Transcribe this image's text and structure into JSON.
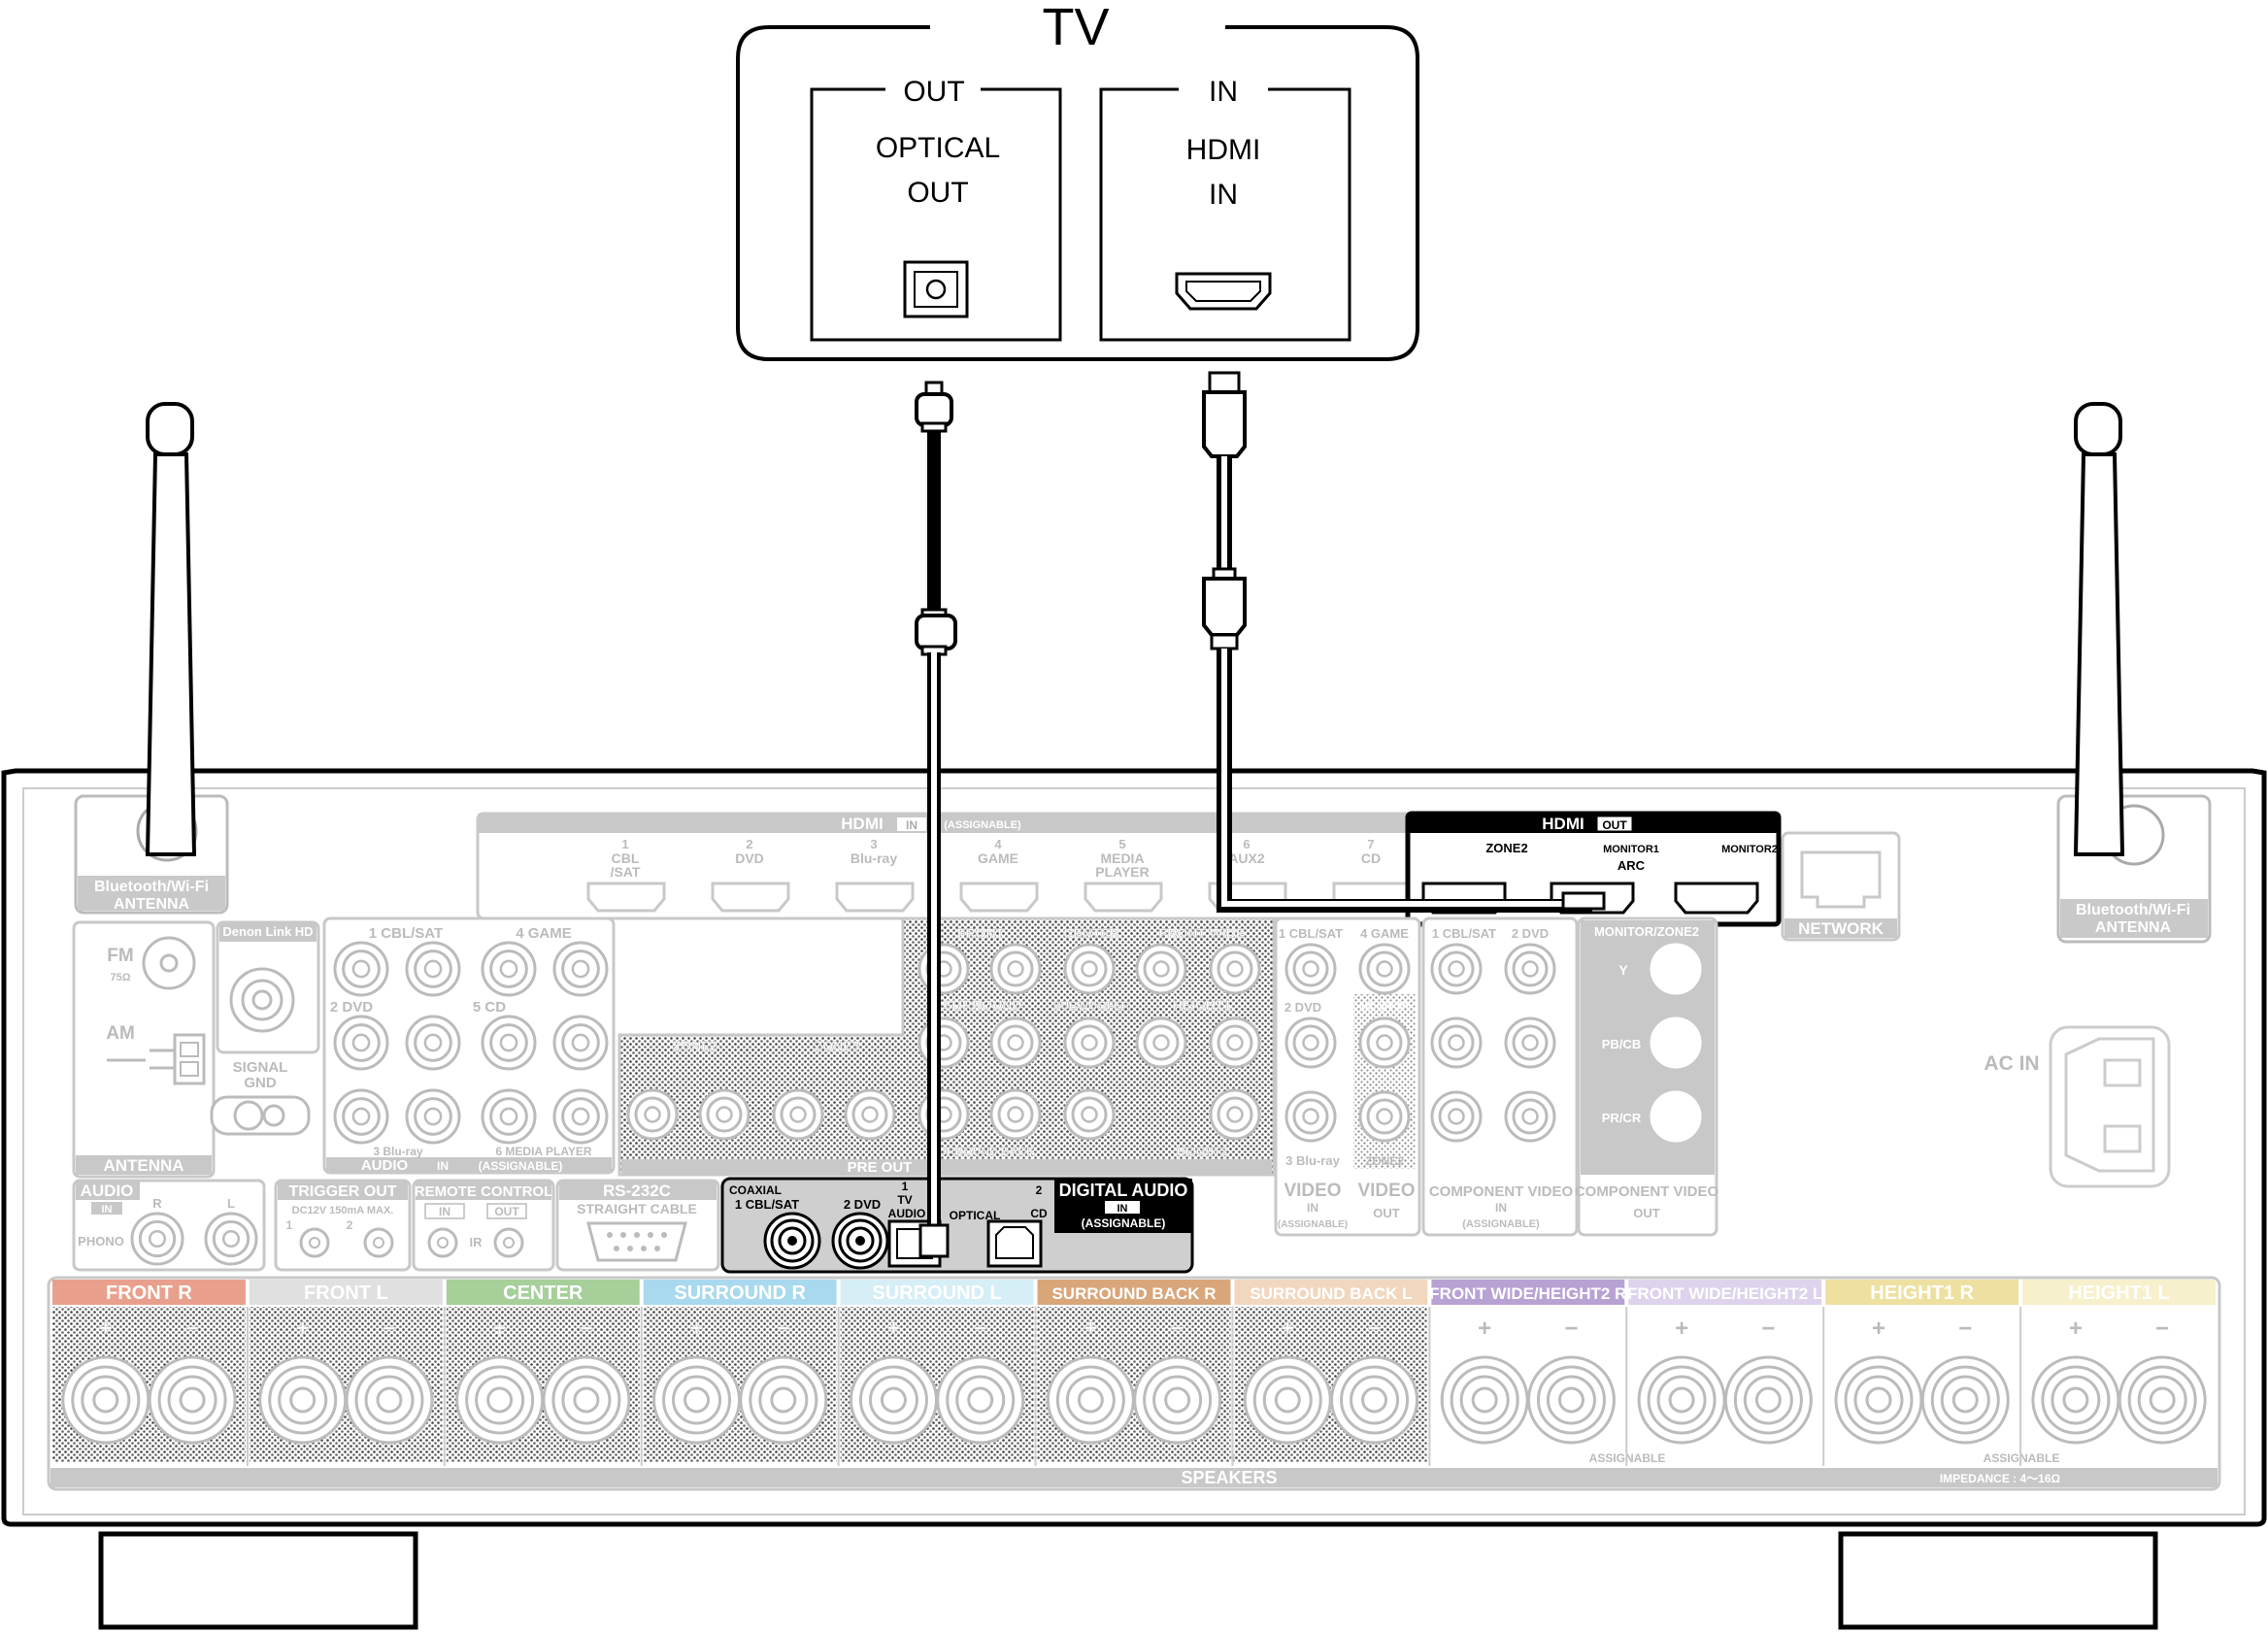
{
  "tv": {
    "title": "TV",
    "out_heading": "OUT",
    "optical_line1": "OPTICAL",
    "optical_line2": "OUT",
    "in_heading": "IN",
    "hdmi_line1": "HDMI",
    "hdmi_line2": "IN"
  },
  "antenna_left": {
    "line1": "Bluetooth/Wi-Fi",
    "line2": "ANTENNA"
  },
  "antenna_right": {
    "line1": "Bluetooth/Wi-Fi",
    "line2": "ANTENNA"
  },
  "hdmi_in": {
    "label": "HDMI",
    "badge": "IN",
    "assignable": "(ASSIGNABLE)",
    "ports": [
      {
        "num": "1",
        "name": "CBL",
        "name2": "/SAT"
      },
      {
        "num": "2",
        "name": "DVD",
        "name2": ""
      },
      {
        "num": "3",
        "name": "Blu-ray",
        "name2": ""
      },
      {
        "num": "4",
        "name": "GAME",
        "name2": ""
      },
      {
        "num": "5",
        "name": "MEDIA",
        "name2": "PLAYER"
      },
      {
        "num": "6",
        "name": "AUX2",
        "name2": ""
      },
      {
        "num": "7",
        "name": "CD",
        "name2": ""
      }
    ]
  },
  "hdmi_out": {
    "label": "HDMI",
    "badge": "OUT",
    "zone2": "ZONE2",
    "monitor1": "MONITOR1",
    "arc": "ARC",
    "monitor2": "MONITOR2"
  },
  "network": "NETWORK",
  "ac_in": "AC IN",
  "antenna_block": {
    "fm": "FM",
    "fm_ohm": "75Ω",
    "am": "AM",
    "label": "ANTENNA",
    "denon_link": "Denon Link HD",
    "signal": "SIGNAL",
    "gnd": "GND"
  },
  "audio_in": {
    "r1": "1 CBL/SAT",
    "r4": "4 GAME",
    "dvd": "2 DVD",
    "cd": "5 CD",
    "bluray": "3 Blu-ray",
    "media": "6 MEDIA PLAYER",
    "label": "AUDIO",
    "badge": "IN",
    "assignable": "(ASSIGNABLE)"
  },
  "preout": {
    "zone2": "ZONE2",
    "zone3": "ZONE3",
    "front": "FRONT",
    "center": "CENTER",
    "front_wide": "FRONT WIDE",
    "surround": "SURROUND",
    "subwoofer": "SUBWOOFER",
    "height1": "HEIGHT1",
    "surround_back": "SURROUND BACK",
    "height2": "HEIGHT2",
    "label": "PRE OUT"
  },
  "video": {
    "cbl": "1 CBL/SAT",
    "game": "4 GAME",
    "dvd": "2 DVD",
    "monitor": "MONITOR",
    "bluray": "3 Blu-ray",
    "zone2": "ZONE2",
    "video_in": "VIDEO",
    "in_badge": "IN",
    "assignable": "(ASSIGNABLE)",
    "video_out": "VIDEO",
    "out_badge": "OUT"
  },
  "component": {
    "cbl": "1 CBL/SAT",
    "dvd": "2 DVD",
    "in_label": "COMPONENT VIDEO",
    "in_badge": "IN",
    "assignable": "(ASSIGNABLE)",
    "monitor_zone2": "MONITOR/ZONE2",
    "y": "Y",
    "pb": "PB/CB",
    "pr": "PR/CR",
    "out_label": "COMPONENT VIDEO",
    "out_badge": "OUT"
  },
  "phono": {
    "audio": "AUDIO",
    "in": "IN",
    "r": "R",
    "l": "L",
    "phono": "PHONO"
  },
  "trigger": {
    "label": "TRIGGER OUT",
    "spec": "DC12V 150mA MAX.",
    "one": "1",
    "two": "2"
  },
  "remote": {
    "label": "REMOTE CONTROL",
    "in": "IN",
    "out": "OUT",
    "ir": "IR"
  },
  "rs232c": {
    "label": "RS-232C",
    "sub": "STRAIGHT CABLE"
  },
  "digital": {
    "coaxial": "COAXIAL",
    "cbl": "1 CBL/SAT",
    "dvd": "2 DVD",
    "one": "1",
    "tv": "TV",
    "audio": "AUDIO",
    "optical": "OPTICAL",
    "two": "2",
    "cd": "CD",
    "title": "DIGITAL AUDIO",
    "badge": "IN",
    "assignable": "(ASSIGNABLE)"
  },
  "speakers": {
    "label": "SPEAKERS",
    "assignable": "ASSIGNABLE",
    "impedance": "IMPEDANCE : 4～16Ω",
    "plus": "+",
    "minus": "−",
    "channels": [
      {
        "name": "FRONT",
        "side": "R",
        "color": "#e8a08c"
      },
      {
        "name": "FRONT",
        "side": "L",
        "color": "#e0e0e0"
      },
      {
        "name": "CENTER",
        "side": "",
        "color": "#a6cf9a"
      },
      {
        "name": "SURROUND",
        "side": "R",
        "color": "#a9d9ee"
      },
      {
        "name": "SURROUND",
        "side": "L",
        "color": "#d6eef6"
      },
      {
        "name": "SURROUND BACK",
        "side": "R",
        "color": "#d9a67a"
      },
      {
        "name": "SURROUND BACK",
        "side": "L",
        "color": "#f2d7bf"
      },
      {
        "name": "FRONT WIDE/HEIGHT2",
        "side": "R",
        "color": "#b8a2d4"
      },
      {
        "name": "FRONT WIDE/HEIGHT2",
        "side": "L",
        "color": "#ded3ec"
      },
      {
        "name": "HEIGHT1",
        "side": "R",
        "color": "#eee0a0"
      },
      {
        "name": "HEIGHT1",
        "side": "L",
        "color": "#f7f0cc"
      }
    ]
  }
}
